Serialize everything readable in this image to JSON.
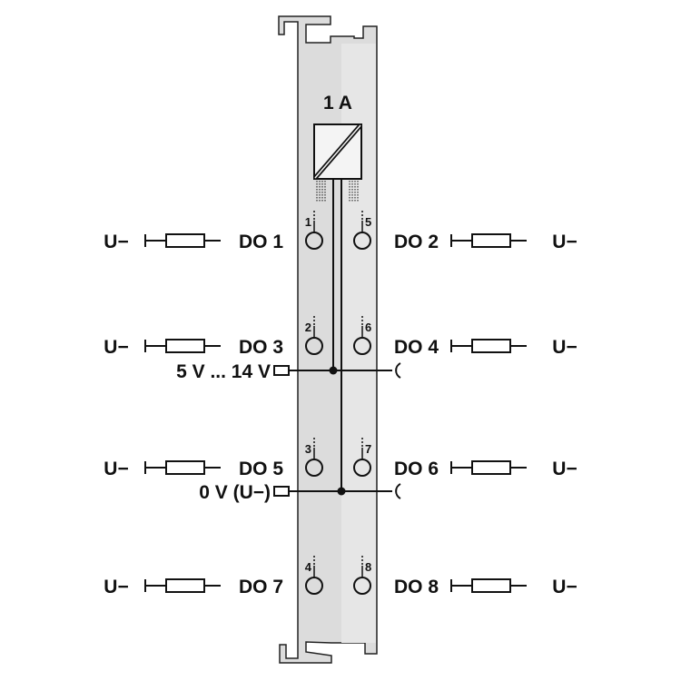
{
  "module": {
    "title": "1 A",
    "supply_label": "5 V ... 14 V",
    "ground_label": "0 V (U−)"
  },
  "channels": [
    {
      "label": "DO 1",
      "pin": "1",
      "load": "U−",
      "side": "left"
    },
    {
      "label": "DO 2",
      "pin": "5",
      "load": "U−",
      "side": "right"
    },
    {
      "label": "DO 3",
      "pin": "2",
      "load": "U−",
      "side": "left"
    },
    {
      "label": "DO 4",
      "pin": "6",
      "load": "U−",
      "side": "right"
    },
    {
      "label": "DO 5",
      "pin": "3",
      "load": "U−",
      "side": "left"
    },
    {
      "label": "DO 6",
      "pin": "7",
      "load": "U−",
      "side": "right"
    },
    {
      "label": "DO 7",
      "pin": "4",
      "load": "U−",
      "side": "left"
    },
    {
      "label": "DO 8",
      "pin": "8",
      "load": "U−",
      "side": "right"
    }
  ],
  "colors": {
    "panel": "#dcdcdc",
    "line": "#111111"
  }
}
